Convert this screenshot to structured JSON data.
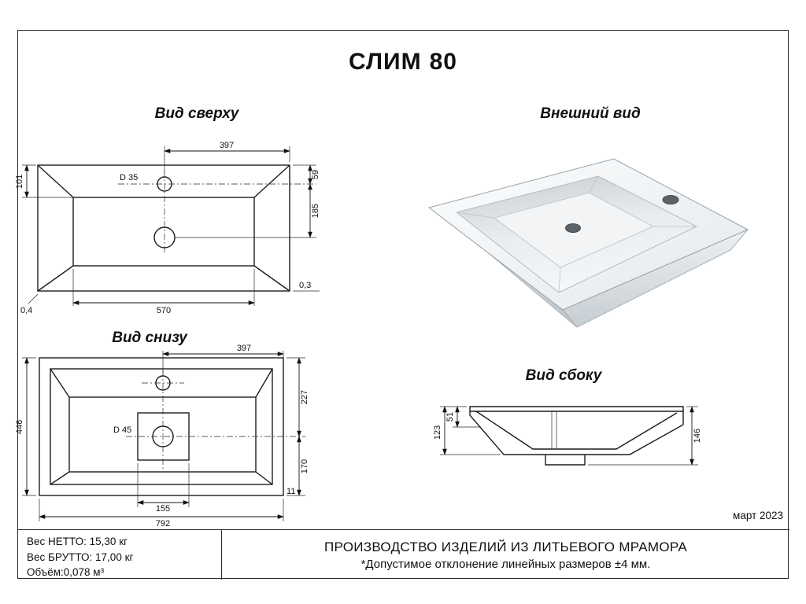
{
  "title": {
    "model": "СЛИМ",
    "size": "80"
  },
  "views": {
    "top": {
      "heading": "Вид сверху",
      "d397": "397",
      "d59": "59",
      "d101": "101",
      "dD35": "D 35",
      "d185": "185",
      "d03": "0,3",
      "d04": "0,4",
      "d570": "570"
    },
    "external": {
      "heading": "Внешний вид"
    },
    "bottom": {
      "heading": "Вид снизу",
      "d397": "397",
      "d227": "227",
      "d446": "446",
      "dD45": "D 45",
      "d170": "170",
      "d155": "155",
      "d11": "11",
      "d792": "792"
    },
    "side": {
      "heading": "Вид сбоку",
      "d51": "51",
      "d123": "123",
      "d146": "146"
    }
  },
  "footer": {
    "date": "март 2023",
    "weight_netto": "Вес НЕТТО: 15,30 кг",
    "weight_brutto": "Вес БРУТТО: 17,00 кг",
    "volume": "Объём:0,078 м³",
    "production_line1": "ПРОИЗВОДСТВО ИЗДЕЛИЙ ИЗ ЛИТЬЕВОГО МРАМОРА",
    "production_line2": "*Допустимое отклонение линейных размеров ±4 мм."
  }
}
